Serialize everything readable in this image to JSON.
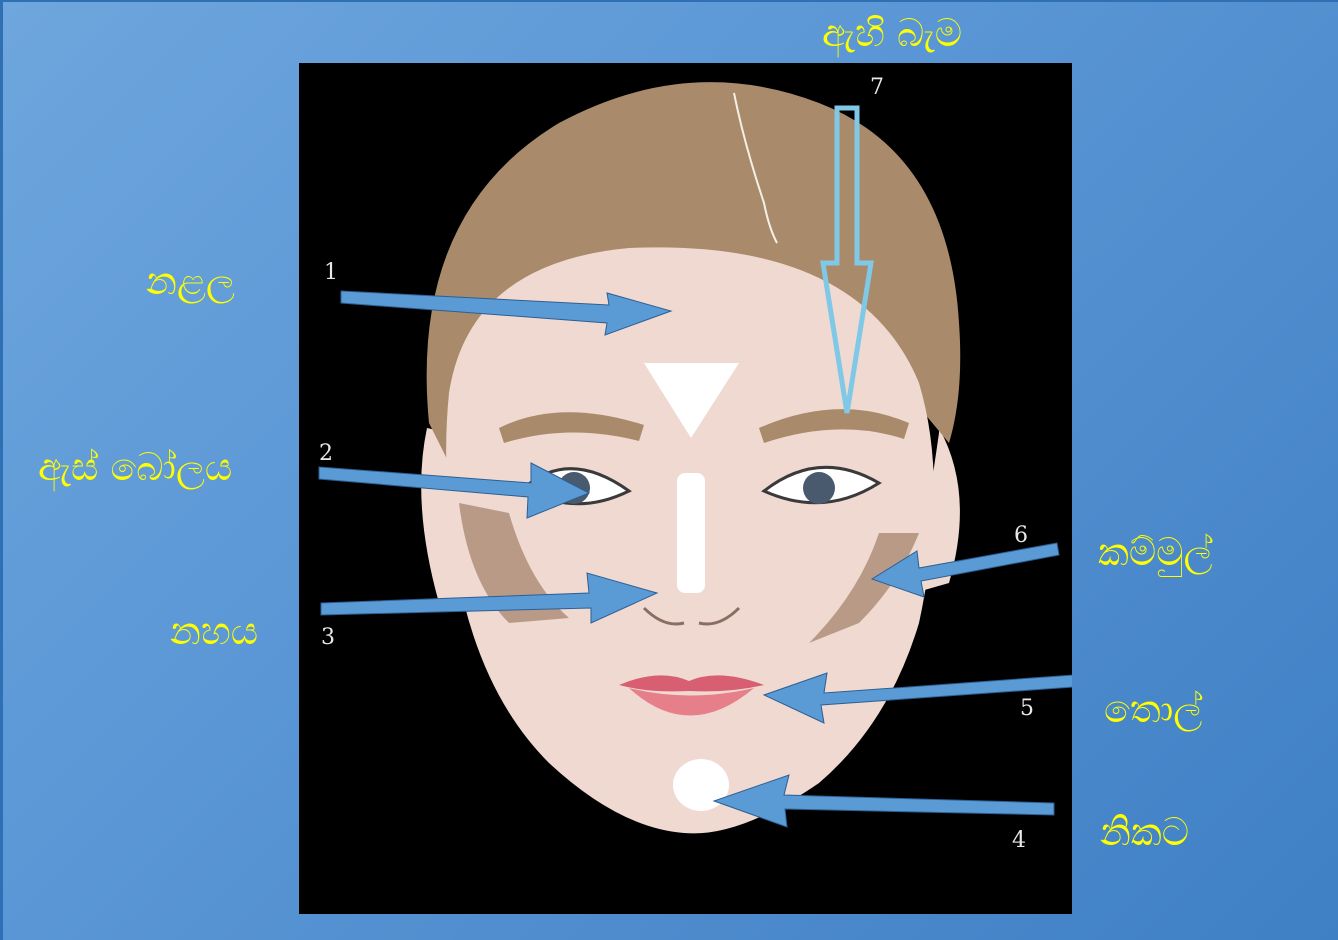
{
  "labels": {
    "eyebrow": "ඇහි බැම",
    "forehead": "නළල",
    "eye_socket": "ඇස් බෝලය",
    "nose": "නහය",
    "cheekbone": "කම්මුල්",
    "lips": "තොල්",
    "chin": "නිකට"
  },
  "numbers": {
    "n1": "1",
    "n2": "2",
    "n3": "3",
    "n4": "4",
    "n5": "5",
    "n6": "6",
    "n7": "7"
  },
  "colors": {
    "label_text": "#ffff00",
    "arrow_fill": "#5b9bd5",
    "hair": "#a98a6b",
    "skin": "#efd9d1",
    "contour": "#b89a87",
    "highlight": "#ffffff",
    "lips": "#e77f8b"
  }
}
